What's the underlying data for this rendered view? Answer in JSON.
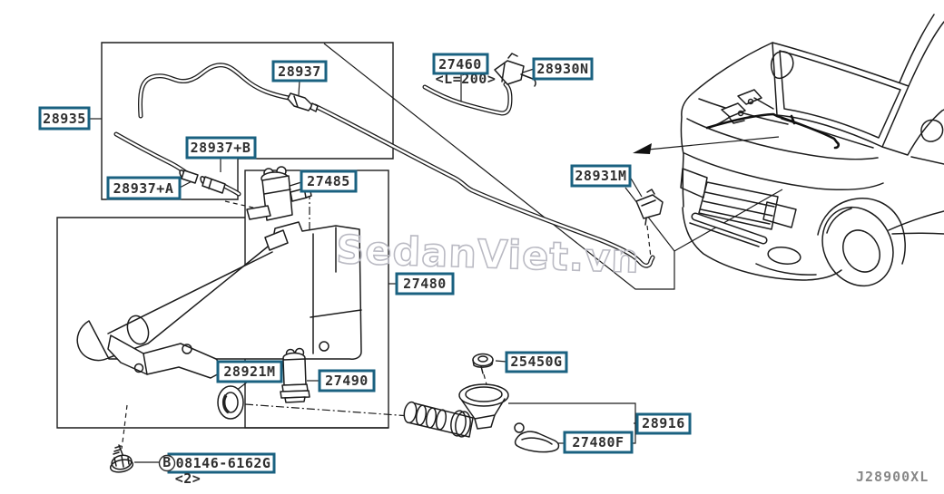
{
  "diagram": {
    "drawing_code": "J28900XL",
    "watermark": "SedanViet.vn",
    "colors": {
      "label_border": "#1a6180",
      "line": "#1c1c1c",
      "watermark": "#babac3",
      "code_text": "#878787"
    },
    "parts": [
      {
        "ref": "28935"
      },
      {
        "ref": "28937"
      },
      {
        "ref": "27460",
        "note": "<L=200>"
      },
      {
        "ref": "28930N"
      },
      {
        "ref": "28937+B"
      },
      {
        "ref": "28937+A"
      },
      {
        "ref": "28931M"
      },
      {
        "ref": "27485"
      },
      {
        "ref": "27480"
      },
      {
        "ref": "28921M"
      },
      {
        "ref": "27490"
      },
      {
        "ref": "25450G"
      },
      {
        "ref": "28916"
      },
      {
        "ref": "27480F"
      },
      {
        "ref": "08146-6162G",
        "prefix": "B",
        "qty": "<2>"
      }
    ]
  }
}
